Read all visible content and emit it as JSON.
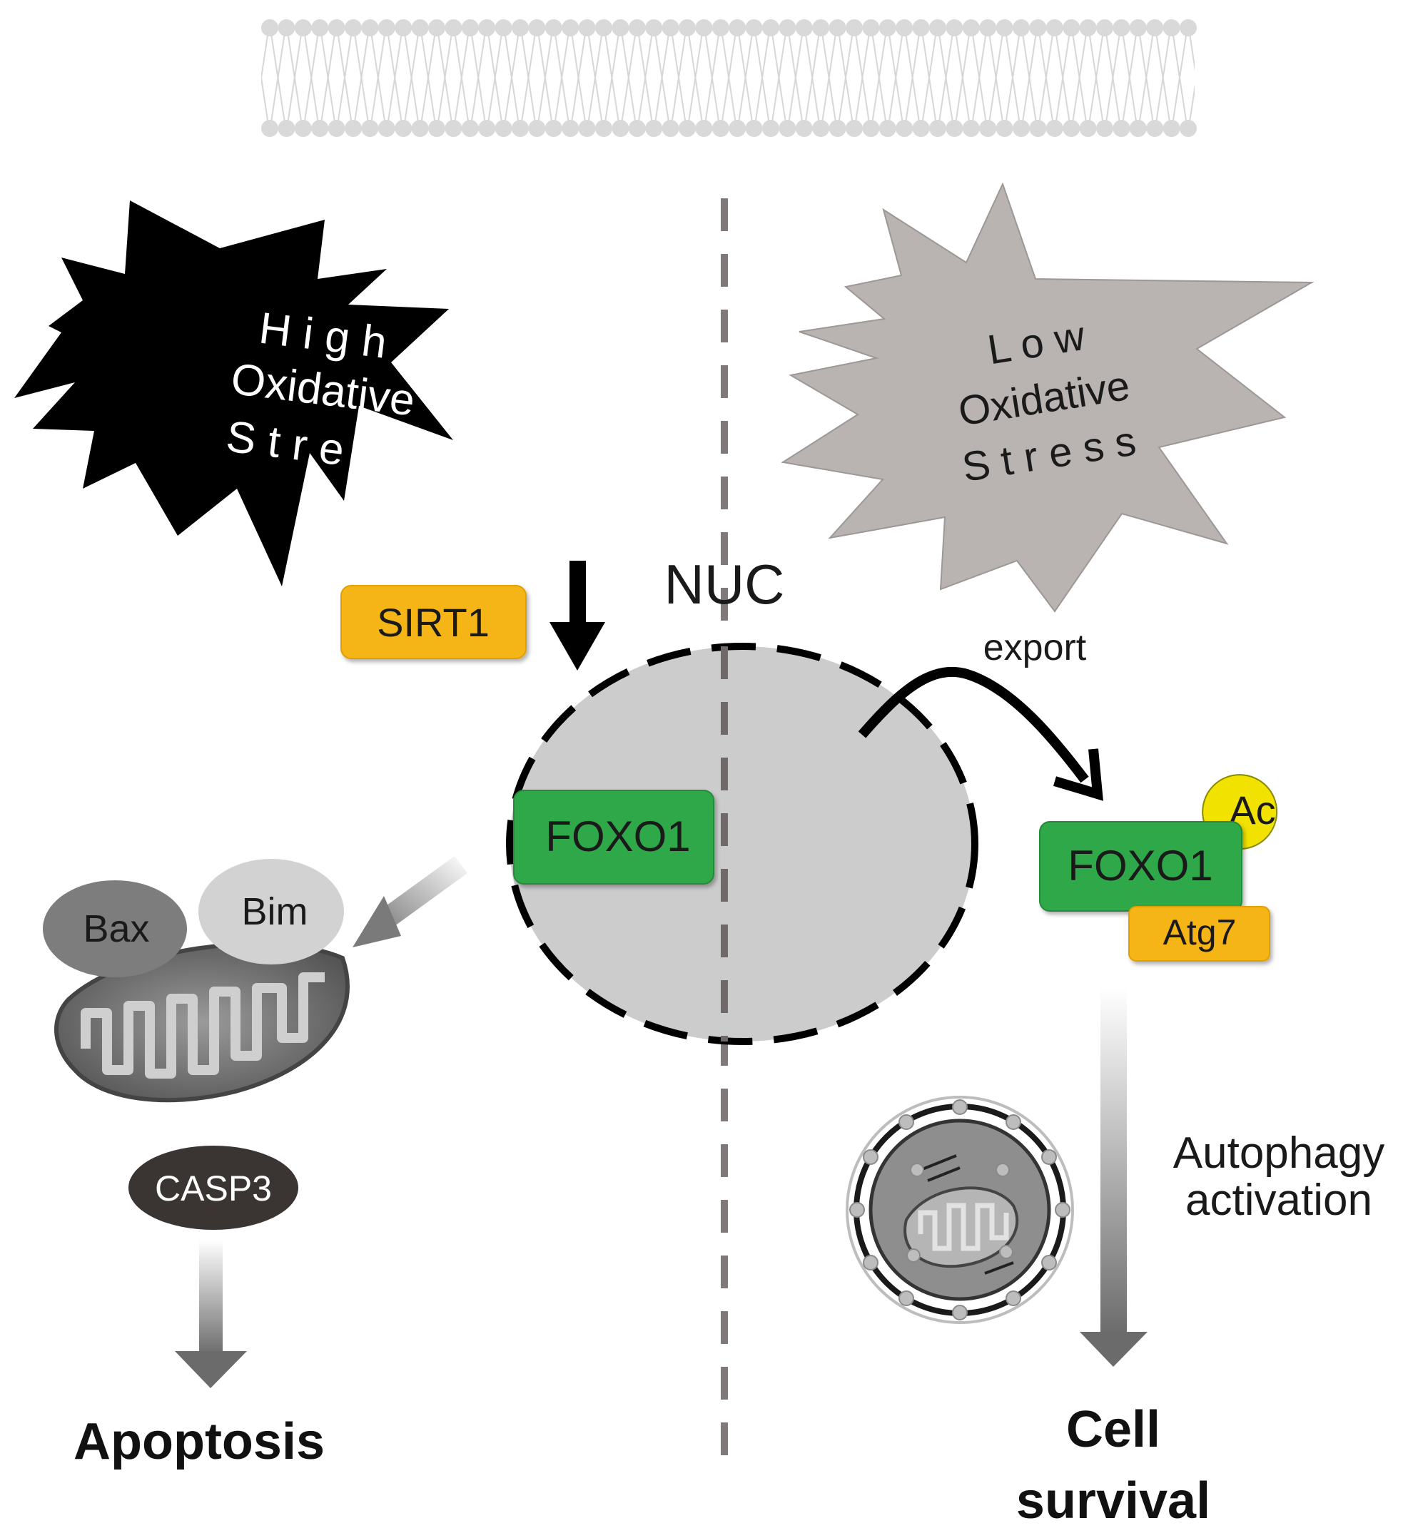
{
  "stress": {
    "high": {
      "line1": "H i g h",
      "line2": "Oxidative",
      "line3": "S t r e s s"
    },
    "low": {
      "line1": "L o w",
      "line2": "Oxidative",
      "line3": "S t r e s s"
    }
  },
  "labels": {
    "nuc": "NUC",
    "sirt1": "SIRT1",
    "foxo1_nuclear": "FOXO1",
    "foxo1_cyto": "FOXO1",
    "ac": "Ac",
    "atg7": "Atg7",
    "bax": "Bax",
    "bim": "Bim",
    "casp3": "CASP3",
    "export": "export",
    "autophagy_line1": "Autophagy",
    "autophagy_line2": "activation",
    "apoptosis": "Apoptosis",
    "cell_line1": "Cell",
    "cell_line2": "survival"
  },
  "colors": {
    "high_stress": "#000000",
    "low_stress": "#b9b3b1",
    "foxo1": "#2fa84a",
    "sirt1": "#f5b516",
    "ac": "#f2e200",
    "nucleus": "#cccccc",
    "membrane": "#d9d9d9",
    "casp3": "#3a3433"
  }
}
